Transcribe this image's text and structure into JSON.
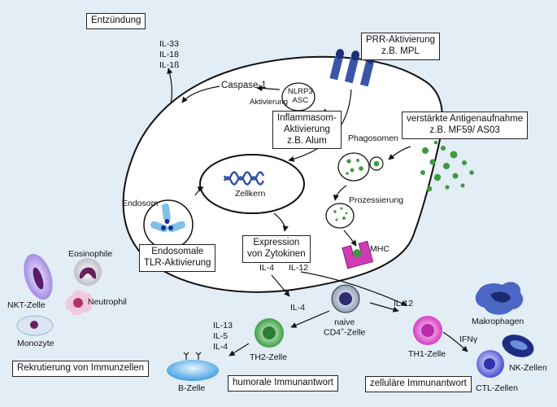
{
  "boxes": {
    "entzuendung": "Entzündung",
    "prr_line1": "PRR-Aktivierung",
    "prr_line2": "z.B. MPL",
    "inflam_line1": "Inflammasom-",
    "inflam_line2": "Aktivierung",
    "inflam_line3": "z.B. Alum",
    "antigen_line1": "verstärkte Antigenaufnahme",
    "antigen_line2": "z.B. MF59/ AS03",
    "endosomal_line1": "Endosomale",
    "endosomal_line2": "TLR-Aktivierung",
    "expression_line1": "Expression",
    "expression_line2": "von Zytokinen",
    "rekrutierung": "Rekrutierung von Immunzellen",
    "humoral": "humorale Immunantwort",
    "zellulaer": "zelluläre Immunantwort"
  },
  "labels": {
    "cytokines_top": [
      "IL-33",
      "IL-18",
      "IL-1ß"
    ],
    "caspase": "Caspase-1",
    "nlrp3_line1": "NLRP3",
    "nlrp3_line2": "ASC",
    "aktivierung": "Aktivierung",
    "phagosomen": "Phagosomen",
    "prozessierung": "Prozessierung",
    "zellkern": "Zellkern",
    "endosom": "Endosom",
    "mhc": "MHC",
    "il4_a": "IL-4",
    "il12_a": "IL-12",
    "il4_b": "IL-4",
    "il12_b": "IL-12",
    "th2_cytokines": [
      "IL-13",
      "IL-5",
      "IL-4"
    ],
    "naive_line1": "naive",
    "naive_line2_pre": "CD4",
    "naive_line2_sup": "+",
    "naive_line2_post": "-Zelle",
    "th2": "TH2-Zelle",
    "th1": "TH1-Zelle",
    "b_zelle": "B-Zelle",
    "ifn": "IFNγ",
    "makrophagen": "Makrophagen",
    "nk": "NK-Zellen",
    "ctl": "CTL-Zellen",
    "eosinophile": "Eosinophile",
    "nkt": "NKT-Zelle",
    "neutrophil": "Neutrophil",
    "monozyte": "Monozyte"
  },
  "colors": {
    "background": "#e3edf6",
    "receptor": "#3a56a8",
    "particle": "#3f9a3f",
    "dna": "#2f4fa8",
    "mhc": "#d23ab4",
    "th2_cell": "#54b25c",
    "th1_cell": "#e04bd0",
    "b_cell": "#5aaee6",
    "ctl_cell": "#5b63d8"
  }
}
